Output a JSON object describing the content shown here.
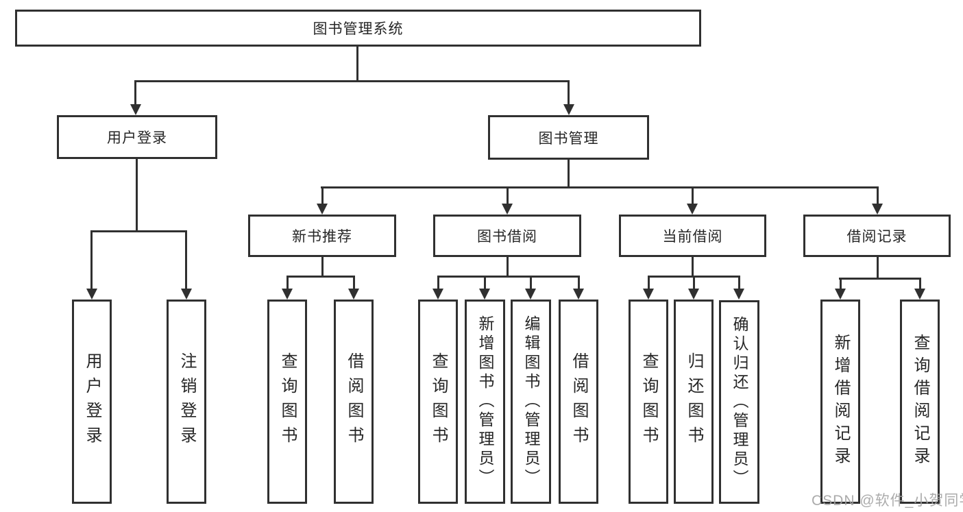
{
  "colors": {
    "line": "#303030",
    "text": "#262626",
    "box_background": "#ffffff",
    "watermark": "#a2a2a2"
  },
  "root": {
    "label": "图书管理系统"
  },
  "branches": [
    {
      "label": "用户登录",
      "children": [
        {
          "label": "用户登录"
        },
        {
          "label": "注销登录"
        }
      ]
    },
    {
      "label": "图书管理",
      "children": [
        {
          "label": "新书推荐",
          "children": [
            {
              "label": "查询图书"
            },
            {
              "label": "借阅图书"
            }
          ]
        },
        {
          "label": "图书借阅",
          "children": [
            {
              "label": "查询图书"
            },
            {
              "label": "新增图书（管理员）"
            },
            {
              "label": "编辑图书（管理员）"
            },
            {
              "label": "借阅图书"
            }
          ]
        },
        {
          "label": "当前借阅",
          "children": [
            {
              "label": "查询图书"
            },
            {
              "label": "归还图书"
            },
            {
              "label": "确认归还（管理员）"
            }
          ]
        },
        {
          "label": "借阅记录",
          "children": [
            {
              "label": "新增借阅记录"
            },
            {
              "label": "查询借阅记录"
            }
          ]
        }
      ]
    }
  ],
  "watermark": {
    "text": "CSDN @软件_小贺同学"
  }
}
